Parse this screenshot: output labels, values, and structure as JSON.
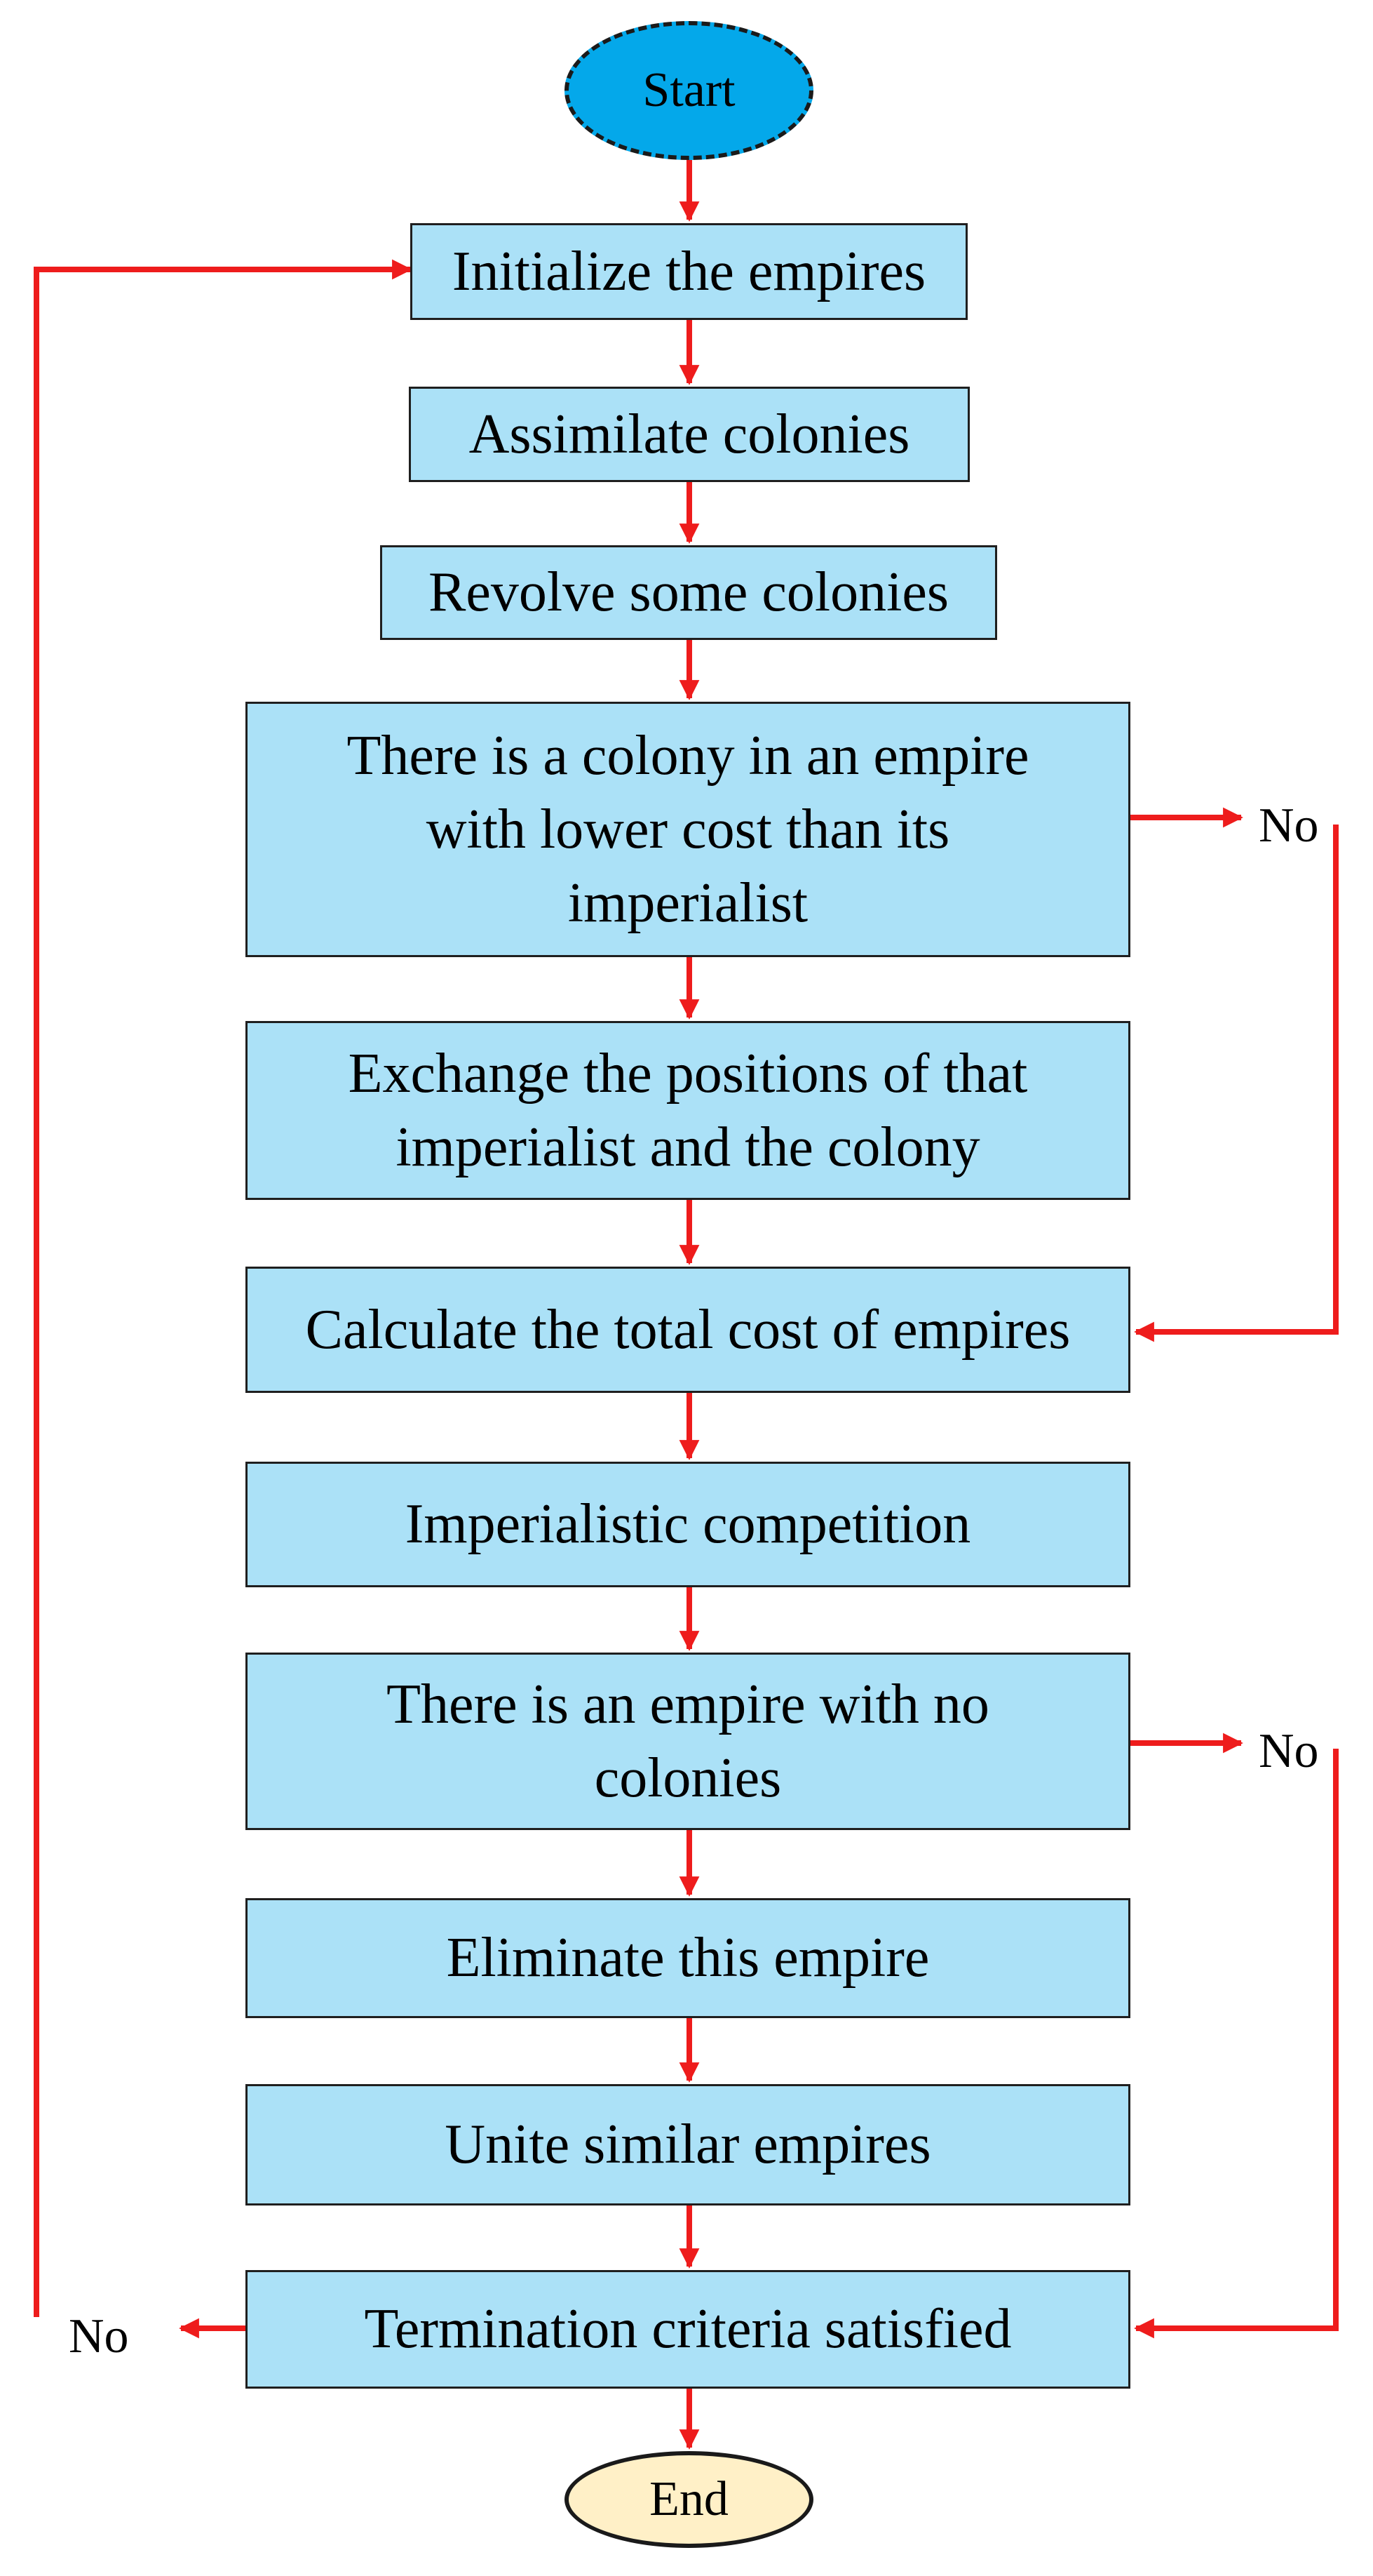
{
  "flowchart": {
    "start_label": "Start",
    "end_label": "End",
    "steps": {
      "initialize": "Initialize the empires",
      "assimilate": "Assimilate colonies",
      "revolve": "Revolve some colonies",
      "colony_check": "There is a colony in an empire with lower cost than its imperialist",
      "exchange": "Exchange the positions of that imperialist and the colony",
      "total_cost": "Calculate the total cost of empires",
      "competition": "Imperialistic competition",
      "empty_empire_check": "There is an empire with no colonies",
      "eliminate": "Eliminate this empire",
      "unite": "Unite similar empires",
      "termination": "Termination criteria satisfied"
    },
    "branch_labels": {
      "colony_check_no": "No",
      "empty_empire_check_no": "No",
      "termination_no": "No"
    }
  },
  "colors": {
    "process_fill": "#abe1f7",
    "start_fill": "#04a8ea",
    "end_fill": "#fff0c7",
    "arrow": "#ee1c1c",
    "border": "#1f1f1f"
  }
}
